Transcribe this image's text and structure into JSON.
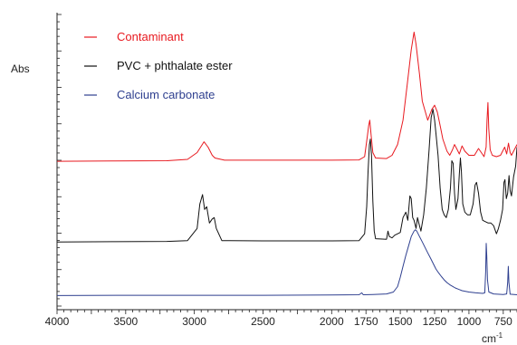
{
  "chart_data": {
    "type": "line",
    "ylabel": "Abs",
    "xlabel": "cm",
    "xlabel_sup": "-1",
    "xlim": [
      4000,
      650
    ],
    "x_reversed": true,
    "ylim": [
      0,
      10
    ],
    "x_ticks": [
      4000,
      3500,
      3000,
      2500,
      2000,
      1750,
      1500,
      1250,
      1000,
      750
    ],
    "y_unlabeled_ticks": true,
    "grid": false,
    "legend_position": "top-left",
    "series": [
      {
        "name": "Contaminant",
        "color": "#e8191f",
        "points": [
          [
            4000,
            4.98
          ],
          [
            3600,
            4.99
          ],
          [
            3200,
            5.0
          ],
          [
            3050,
            5.05
          ],
          [
            2980,
            5.3
          ],
          [
            2930,
            5.7
          ],
          [
            2900,
            5.5
          ],
          [
            2870,
            5.2
          ],
          [
            2850,
            5.1
          ],
          [
            2780,
            5.02
          ],
          [
            2500,
            5.02
          ],
          [
            2000,
            5.02
          ],
          [
            1800,
            5.03
          ],
          [
            1760,
            5.15
          ],
          [
            1740,
            5.9
          ],
          [
            1730,
            6.3
          ],
          [
            1722,
            6.5
          ],
          [
            1712,
            5.9
          ],
          [
            1700,
            5.3
          ],
          [
            1680,
            5.1
          ],
          [
            1600,
            5.08
          ],
          [
            1560,
            5.2
          ],
          [
            1520,
            5.6
          ],
          [
            1480,
            6.5
          ],
          [
            1450,
            7.8
          ],
          [
            1420,
            9.1
          ],
          [
            1400,
            9.75
          ],
          [
            1385,
            9.3
          ],
          [
            1360,
            8.2
          ],
          [
            1340,
            7.2
          ],
          [
            1300,
            6.5
          ],
          [
            1270,
            6.9
          ],
          [
            1250,
            7.05
          ],
          [
            1230,
            6.8
          ],
          [
            1210,
            6.3
          ],
          [
            1190,
            5.8
          ],
          [
            1160,
            5.35
          ],
          [
            1140,
            5.2
          ],
          [
            1120,
            5.4
          ],
          [
            1105,
            5.6
          ],
          [
            1090,
            5.45
          ],
          [
            1070,
            5.25
          ],
          [
            1050,
            5.55
          ],
          [
            1030,
            5.35
          ],
          [
            1000,
            5.2
          ],
          [
            960,
            5.2
          ],
          [
            930,
            5.45
          ],
          [
            910,
            5.3
          ],
          [
            890,
            5.15
          ],
          [
            875,
            5.5
          ],
          [
            868,
            6.5
          ],
          [
            862,
            7.15
          ],
          [
            856,
            6.2
          ],
          [
            845,
            5.4
          ],
          [
            830,
            5.2
          ],
          [
            800,
            5.15
          ],
          [
            770,
            5.2
          ],
          [
            740,
            5.5
          ],
          [
            725,
            5.25
          ],
          [
            712,
            5.65
          ],
          [
            700,
            5.3
          ],
          [
            690,
            5.2
          ],
          [
            670,
            5.4
          ],
          [
            650,
            5.6
          ]
        ]
      },
      {
        "name": "PVC + phthalate ester",
        "color": "#111111",
        "points": [
          [
            4000,
            2.0
          ],
          [
            3600,
            2.01
          ],
          [
            3200,
            2.02
          ],
          [
            3050,
            2.05
          ],
          [
            2980,
            2.5
          ],
          [
            2960,
            3.4
          ],
          [
            2940,
            3.75
          ],
          [
            2925,
            3.2
          ],
          [
            2910,
            3.3
          ],
          [
            2890,
            2.7
          ],
          [
            2870,
            2.85
          ],
          [
            2855,
            2.9
          ],
          [
            2840,
            2.5
          ],
          [
            2800,
            2.05
          ],
          [
            2500,
            2.04
          ],
          [
            2000,
            2.04
          ],
          [
            1800,
            2.05
          ],
          [
            1760,
            2.3
          ],
          [
            1745,
            3.3
          ],
          [
            1735,
            4.6
          ],
          [
            1725,
            5.6
          ],
          [
            1718,
            5.8
          ],
          [
            1710,
            5.2
          ],
          [
            1700,
            3.5
          ],
          [
            1690,
            2.4
          ],
          [
            1680,
            2.12
          ],
          [
            1600,
            2.1
          ],
          [
            1590,
            2.4
          ],
          [
            1580,
            2.2
          ],
          [
            1560,
            2.15
          ],
          [
            1540,
            2.25
          ],
          [
            1520,
            2.3
          ],
          [
            1500,
            2.35
          ],
          [
            1480,
            2.9
          ],
          [
            1460,
            3.1
          ],
          [
            1445,
            2.8
          ],
          [
            1430,
            3.7
          ],
          [
            1420,
            3.6
          ],
          [
            1410,
            2.9
          ],
          [
            1400,
            2.8
          ],
          [
            1385,
            2.5
          ],
          [
            1375,
            2.9
          ],
          [
            1360,
            2.6
          ],
          [
            1350,
            2.4
          ],
          [
            1330,
            3.0
          ],
          [
            1310,
            4.0
          ],
          [
            1290,
            5.4
          ],
          [
            1275,
            6.6
          ],
          [
            1262,
            6.9
          ],
          [
            1250,
            6.5
          ],
          [
            1240,
            6.0
          ],
          [
            1225,
            5.2
          ],
          [
            1210,
            4.0
          ],
          [
            1195,
            3.2
          ],
          [
            1180,
            3.0
          ],
          [
            1165,
            2.9
          ],
          [
            1150,
            3.2
          ],
          [
            1135,
            4.0
          ],
          [
            1125,
            5.0
          ],
          [
            1115,
            4.9
          ],
          [
            1105,
            3.8
          ],
          [
            1095,
            3.2
          ],
          [
            1080,
            3.6
          ],
          [
            1070,
            4.5
          ],
          [
            1062,
            5.1
          ],
          [
            1055,
            4.6
          ],
          [
            1045,
            3.4
          ],
          [
            1030,
            3.1
          ],
          [
            1010,
            3.0
          ],
          [
            990,
            3.0
          ],
          [
            970,
            3.4
          ],
          [
            955,
            4.1
          ],
          [
            945,
            4.2
          ],
          [
            930,
            3.8
          ],
          [
            915,
            3.1
          ],
          [
            900,
            2.8
          ],
          [
            880,
            2.75
          ],
          [
            860,
            2.7
          ],
          [
            840,
            2.7
          ],
          [
            820,
            2.6
          ],
          [
            800,
            2.3
          ],
          [
            785,
            2.5
          ],
          [
            770,
            2.8
          ],
          [
            755,
            3.2
          ],
          [
            745,
            4.2
          ],
          [
            738,
            4.3
          ],
          [
            728,
            3.6
          ],
          [
            718,
            3.8
          ],
          [
            708,
            4.45
          ],
          [
            700,
            3.9
          ],
          [
            690,
            3.7
          ],
          [
            675,
            4.4
          ],
          [
            660,
            4.8
          ],
          [
            650,
            5.5
          ]
        ]
      },
      {
        "name": "Calcium carbonate",
        "color": "#2e3f8f",
        "points": [
          [
            4000,
            0.02
          ],
          [
            3500,
            0.03
          ],
          [
            3000,
            0.03
          ],
          [
            2500,
            0.03
          ],
          [
            2000,
            0.04
          ],
          [
            1800,
            0.05
          ],
          [
            1780,
            0.12
          ],
          [
            1770,
            0.05
          ],
          [
            1700,
            0.06
          ],
          [
            1600,
            0.08
          ],
          [
            1550,
            0.15
          ],
          [
            1520,
            0.35
          ],
          [
            1500,
            0.7
          ],
          [
            1480,
            1.1
          ],
          [
            1460,
            1.5
          ],
          [
            1440,
            1.85
          ],
          [
            1420,
            2.2
          ],
          [
            1400,
            2.4
          ],
          [
            1390,
            2.45
          ],
          [
            1380,
            2.4
          ],
          [
            1360,
            2.2
          ],
          [
            1340,
            2.0
          ],
          [
            1320,
            1.8
          ],
          [
            1300,
            1.6
          ],
          [
            1280,
            1.4
          ],
          [
            1260,
            1.2
          ],
          [
            1240,
            1.0
          ],
          [
            1220,
            0.85
          ],
          [
            1200,
            0.72
          ],
          [
            1180,
            0.6
          ],
          [
            1160,
            0.5
          ],
          [
            1140,
            0.42
          ],
          [
            1120,
            0.36
          ],
          [
            1100,
            0.3
          ],
          [
            1080,
            0.26
          ],
          [
            1050,
            0.2
          ],
          [
            1000,
            0.15
          ],
          [
            950,
            0.12
          ],
          [
            900,
            0.1
          ],
          [
            885,
            0.12
          ],
          [
            878,
            0.9
          ],
          [
            874,
            1.95
          ],
          [
            870,
            1.5
          ],
          [
            865,
            0.6
          ],
          [
            855,
            0.15
          ],
          [
            820,
            0.08
          ],
          [
            750,
            0.06
          ],
          [
            725,
            0.08
          ],
          [
            718,
            0.5
          ],
          [
            713,
            1.1
          ],
          [
            709,
            0.5
          ],
          [
            700,
            0.07
          ],
          [
            650,
            0.05
          ]
        ]
      }
    ]
  }
}
